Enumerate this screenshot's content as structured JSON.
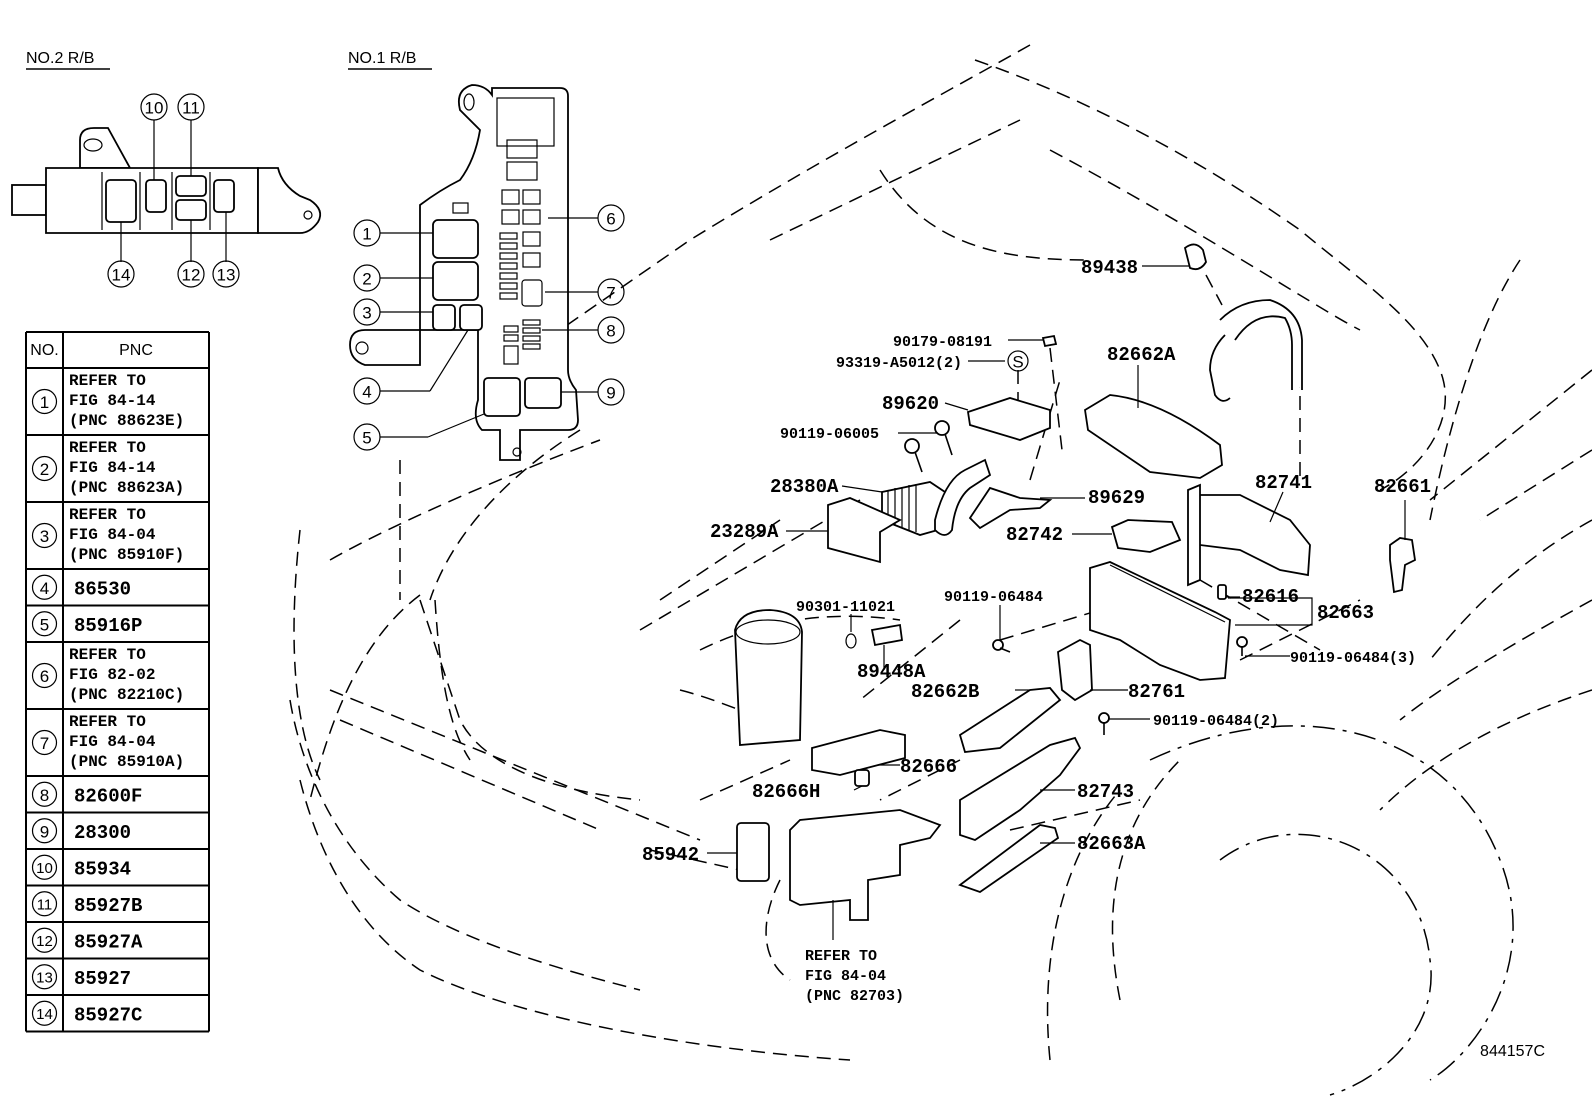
{
  "diagram": {
    "figure_code": "844157C",
    "relay_block_2": {
      "title": "NO.2 R/B",
      "callouts": [
        "10",
        "11",
        "12",
        "13",
        "14"
      ]
    },
    "relay_block_1": {
      "title": "NO.1 R/B",
      "callouts": [
        "1",
        "2",
        "3",
        "4",
        "5",
        "6",
        "7",
        "8",
        "9"
      ]
    },
    "table": {
      "headers": [
        "NO.",
        "PNC"
      ],
      "rows": [
        {
          "no": "1",
          "lines": [
            "REFER TO",
            "FIG 84-14",
            "(PNC 88623E)"
          ]
        },
        {
          "no": "2",
          "lines": [
            "REFER TO",
            "FIG 84-14",
            "(PNC 88623A)"
          ]
        },
        {
          "no": "3",
          "lines": [
            "REFER TO",
            "FIG 84-04",
            "(PNC 85910F)"
          ]
        },
        {
          "no": "4",
          "lines": [
            "86530"
          ]
        },
        {
          "no": "5",
          "lines": [
            "85916P"
          ]
        },
        {
          "no": "6",
          "lines": [
            "REFER TO",
            "FIG 82-02",
            "(PNC 82210C)"
          ]
        },
        {
          "no": "7",
          "lines": [
            "REFER TO",
            "FIG 84-04",
            "(PNC 85910A)"
          ]
        },
        {
          "no": "8",
          "lines": [
            "82600F"
          ]
        },
        {
          "no": "9",
          "lines": [
            "28300"
          ]
        },
        {
          "no": "10",
          "lines": [
            "85934"
          ]
        },
        {
          "no": "11",
          "lines": [
            "85927B"
          ]
        },
        {
          "no": "12",
          "lines": [
            "85927A"
          ]
        },
        {
          "no": "13",
          "lines": [
            "85927"
          ]
        },
        {
          "no": "14",
          "lines": [
            "85927C"
          ]
        }
      ]
    },
    "part_labels": {
      "p89438": "89438",
      "p90179": "90179-08191",
      "p93319": "93319-A5012(2)",
      "s_mark": "S",
      "p82662A": "82662A",
      "p89620": "89620",
      "p90119_06005": "90119-06005",
      "p28380A": "28380A",
      "p89629": "89629",
      "p82741": "82741",
      "p82661": "82661",
      "p23289A": "23289A",
      "p82742": "82742",
      "p90119_06484": "90119-06484",
      "p82616": "82616",
      "p82663": "82663",
      "p90301": "90301-11021",
      "p90119_06484_3": "90119-06484(3)",
      "p89448A": "89448A",
      "p82662B": "82662B",
      "p82761": "82761",
      "p90119_06484_2": "90119-06484(2)",
      "p82666": "82666",
      "p82666H": "82666H",
      "p82743": "82743",
      "p85942": "85942",
      "p82663A": "82663A",
      "refer_note": [
        "REFER TO",
        "FIG 84-04",
        "(PNC 82703)"
      ]
    }
  }
}
